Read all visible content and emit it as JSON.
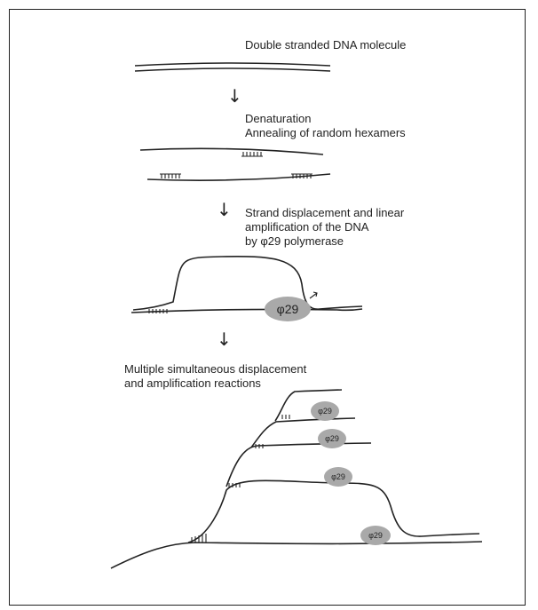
{
  "steps": [
    {
      "label_lines": [
        "Double stranded DNA molecule"
      ]
    },
    {
      "label_lines": [
        "Denaturation",
        "Annealing of random hexamers"
      ]
    },
    {
      "label_lines": [
        "Strand displacement and linear",
        "amplification of the DNA",
        "by φ29 polymerase"
      ]
    },
    {
      "label_lines": [
        "Multiple simultaneous displacement",
        "and amplification reactions"
      ]
    }
  ],
  "polymerase_label": "φ29",
  "colors": {
    "polymerase_fill": "#a9a9a9",
    "line": "#222222",
    "border": "#222222"
  },
  "icons": {
    "arrow": "down-arrow-icon",
    "direction": "small-arrow-icon"
  }
}
